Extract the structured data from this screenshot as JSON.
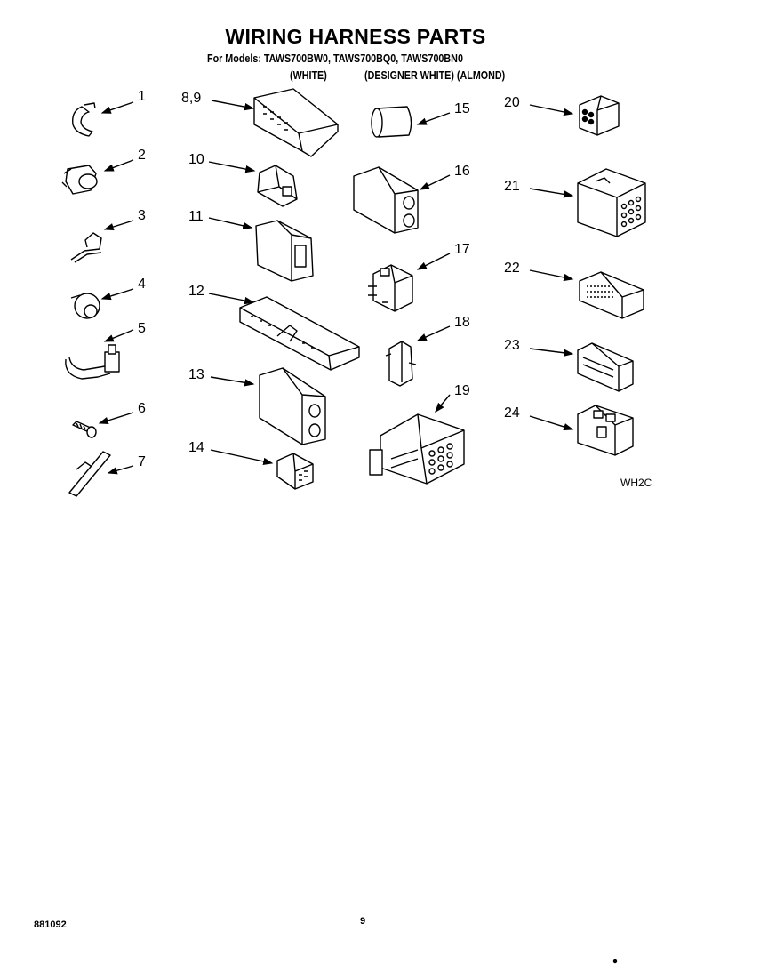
{
  "title": "WIRING HARNESS PARTS",
  "subtitle": "For Models: TAWS700BW0, TAWS700BQ0, TAWS700BN0",
  "colors": {
    "white": "(WHITE)",
    "designer_white_almond": "(DESIGNER WHITE) (ALMOND)"
  },
  "callouts": [
    {
      "id": "c1",
      "label": "1"
    },
    {
      "id": "c2",
      "label": "2"
    },
    {
      "id": "c3",
      "label": "3"
    },
    {
      "id": "c4",
      "label": "4"
    },
    {
      "id": "c5",
      "label": "5"
    },
    {
      "id": "c6",
      "label": "6"
    },
    {
      "id": "c7",
      "label": "7"
    },
    {
      "id": "c89",
      "label": "8,9"
    },
    {
      "id": "c10",
      "label": "10"
    },
    {
      "id": "c11",
      "label": "11"
    },
    {
      "id": "c12",
      "label": "12"
    },
    {
      "id": "c13",
      "label": "13"
    },
    {
      "id": "c14",
      "label": "14"
    },
    {
      "id": "c15",
      "label": "15"
    },
    {
      "id": "c16",
      "label": "16"
    },
    {
      "id": "c17",
      "label": "17"
    },
    {
      "id": "c18",
      "label": "18"
    },
    {
      "id": "c19",
      "label": "19"
    },
    {
      "id": "c20",
      "label": "20"
    },
    {
      "id": "c21",
      "label": "21"
    },
    {
      "id": "c22",
      "label": "22"
    },
    {
      "id": "c23",
      "label": "23"
    },
    {
      "id": "c24",
      "label": "24"
    }
  ],
  "diagram_code": "WH2C",
  "footer": {
    "doc_number": "881092",
    "page_number": "9"
  }
}
